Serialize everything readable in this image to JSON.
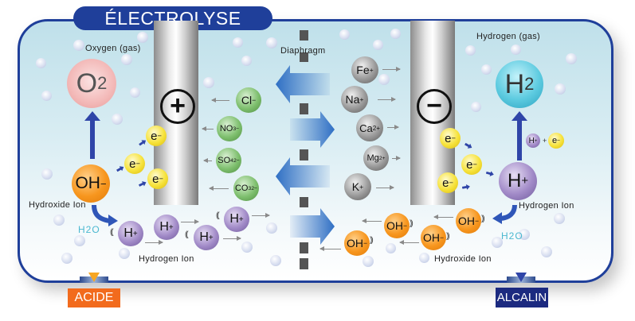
{
  "title": "ÉLECTROLYSE",
  "labels": {
    "oxygen_gas": "Oxygen (gas)",
    "hydrogen_gas": "Hydrogen (gas)",
    "diaphragm": "Diaphragm",
    "hydroxide_ion_left": "Hydroxide Ion",
    "hydrogen_ion_left": "Hydrogen Ion",
    "hydrogen_ion_right": "Hydrogen Ion",
    "hydroxide_ion_right": "Hydroxide Ion",
    "h2o_left": "H2O",
    "h2o_right": "H2O"
  },
  "electrodes": {
    "anode_sign": "+",
    "cathode_sign": "−"
  },
  "gases": {
    "o2": {
      "base": "O",
      "sub": "2"
    },
    "h2": {
      "base": "H",
      "sub": "2"
    }
  },
  "anions": [
    {
      "base": "Cl",
      "sub": "",
      "sup": "−"
    },
    {
      "base": "NO",
      "sub": "3",
      "sup": "−"
    },
    {
      "base": "SO",
      "sub": "4",
      "sup": "2−"
    },
    {
      "base": "CO",
      "sub": "3",
      "sup": "2−"
    }
  ],
  "cations": [
    {
      "base": "Fe",
      "sup": "+"
    },
    {
      "base": "Na",
      "sup": "+"
    },
    {
      "base": "Ca",
      "sup": "2+"
    },
    {
      "base": "Mg",
      "sup": "2+"
    },
    {
      "base": "K",
      "sup": "+"
    }
  ],
  "ions": {
    "oh_base": "OH",
    "oh_sup": "−",
    "h_base": "H",
    "h_sup": "+",
    "e_base": "e",
    "e_sup": "−",
    "plus_sign": "+"
  },
  "outputs": {
    "acid": {
      "label": "ACIDE",
      "color": "#f26b1d"
    },
    "alkaline": {
      "label": "ALCALIN",
      "color": "#1c2a80"
    }
  },
  "colors": {
    "frame": "#1f3f9a",
    "arrow_blue": "#2f6fc4"
  }
}
